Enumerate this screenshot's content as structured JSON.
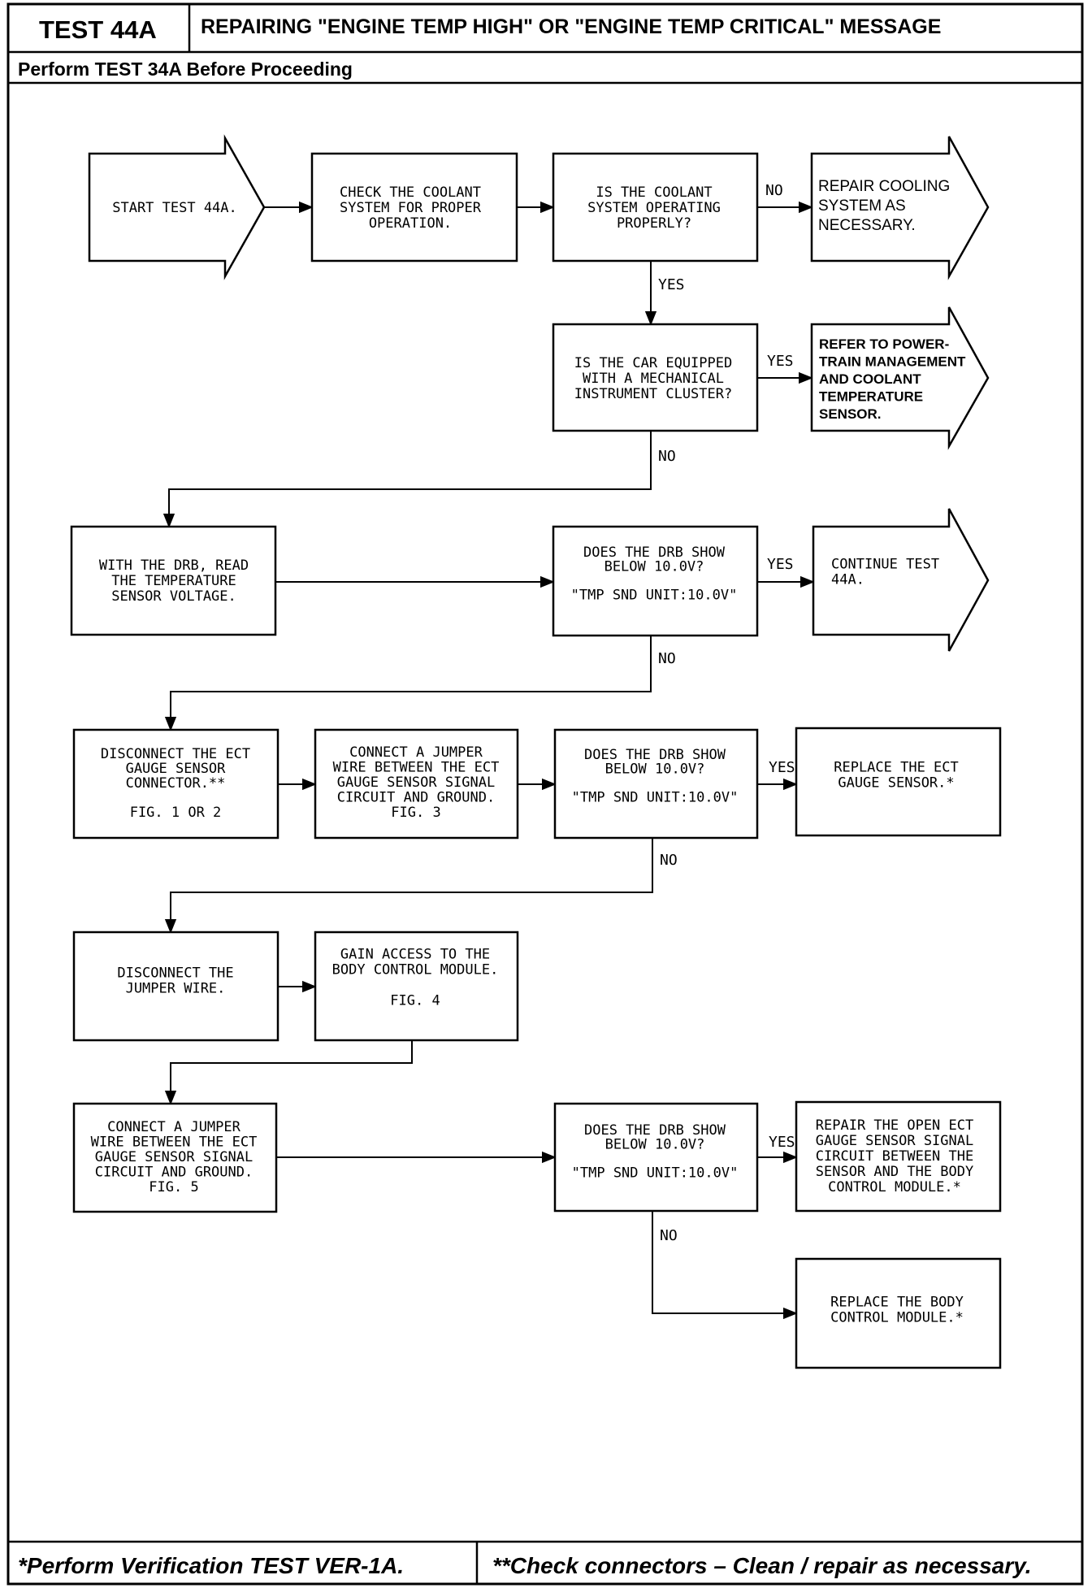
{
  "header": {
    "test_id": "TEST 44A",
    "title": "REPAIRING \"ENGINE TEMP HIGH\" OR \"ENGINE TEMP CRITICAL\" MESSAGE",
    "subtitle": "Perform TEST 34A Before Proceeding"
  },
  "nodes": {
    "start": [
      "START TEST 44A."
    ],
    "check_coolant": [
      "CHECK THE COOLANT",
      "SYSTEM FOR PROPER",
      "OPERATION."
    ],
    "q_coolant_ok": [
      "IS THE COOLANT",
      "SYSTEM OPERATING",
      "PROPERLY?"
    ],
    "repair_cooling": [
      "REPAIR COOLING",
      "SYSTEM AS",
      "NECESSARY."
    ],
    "q_mech_cluster": [
      "IS THE CAR EQUIPPED",
      "WITH A MECHANICAL",
      "INSTRUMENT CLUSTER?"
    ],
    "refer_powertrain": [
      "REFER TO POWER-",
      "TRAIN MANAGEMENT",
      "AND COOLANT",
      "TEMPERATURE",
      "SENSOR."
    ],
    "read_voltage": [
      "WITH THE DRB, READ",
      "THE TEMPERATURE",
      "SENSOR VOLTAGE."
    ],
    "q_drb_1": [
      "DOES THE DRB SHOW",
      "BELOW 10.0V?",
      "",
      "\"TMP SND UNIT:10.0V\""
    ],
    "continue_test": [
      "CONTINUE TEST",
      "44A."
    ],
    "disconnect_ect": [
      "DISCONNECT THE ECT",
      "GAUGE SENSOR",
      "CONNECTOR.**",
      "",
      "FIG. 1 OR 2"
    ],
    "connect_jumper_1": [
      "CONNECT A JUMPER",
      "WIRE BETWEEN THE ECT",
      "GAUGE SENSOR SIGNAL",
      "CIRCUIT AND GROUND.",
      "FIG. 3"
    ],
    "q_drb_2": [
      "DOES THE DRB SHOW",
      "BELOW 10.0V?",
      "",
      "\"TMP SND UNIT:10.0V\""
    ],
    "replace_ect": [
      "REPLACE THE ECT",
      "GAUGE SENSOR.*"
    ],
    "disconnect_jumper": [
      "DISCONNECT THE",
      "JUMPER WIRE."
    ],
    "gain_access": [
      "GAIN ACCESS TO THE",
      "BODY CONTROL MODULE.",
      "",
      "FIG. 4"
    ],
    "connect_jumper_2": [
      "CONNECT A JUMPER",
      "WIRE BETWEEN THE ECT",
      "GAUGE SENSOR SIGNAL",
      "CIRCUIT AND GROUND.",
      "FIG. 5"
    ],
    "q_drb_3": [
      "DOES THE DRB SHOW",
      "BELOW 10.0V?",
      "",
      "\"TMP SND UNIT:10.0V\""
    ],
    "repair_open": [
      "REPAIR THE OPEN ECT",
      "GAUGE SENSOR SIGNAL",
      "CIRCUIT BETWEEN THE",
      "SENSOR AND THE BODY",
      "CONTROL MODULE.*"
    ],
    "replace_bcm": [
      "REPLACE THE BODY",
      "CONTROL MODULE.*"
    ]
  },
  "edge_labels": {
    "no_1": "NO",
    "yes_1": "YES",
    "yes_2": "YES",
    "no_2": "NO",
    "yes_3": "YES",
    "no_3": "NO",
    "yes_4": "YES",
    "no_4": "NO",
    "yes_5": "YES",
    "no_5": "NO"
  },
  "footer": {
    "left": "*Perform Verification TEST VER-1A.",
    "right": "**Check connectors – Clean / repair as necessary."
  }
}
